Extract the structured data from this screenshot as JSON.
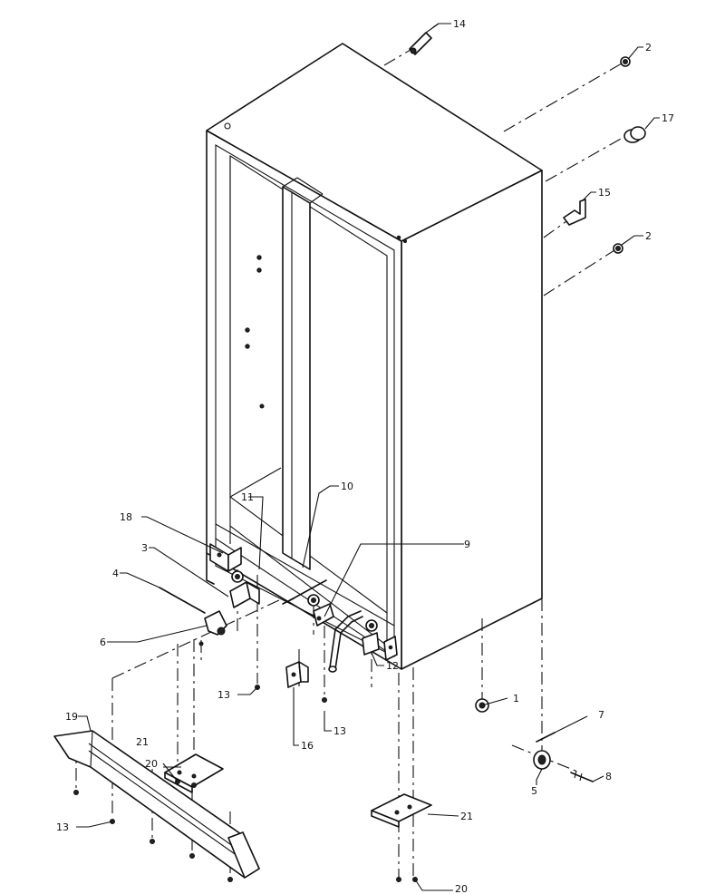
{
  "callouts": [
    {
      "id": "c14",
      "label": "14"
    },
    {
      "id": "c2a",
      "label": "2"
    },
    {
      "id": "c17",
      "label": "17"
    },
    {
      "id": "c15",
      "label": "15"
    },
    {
      "id": "c2b",
      "label": "2"
    },
    {
      "id": "c10",
      "label": "10"
    },
    {
      "id": "c11",
      "label": "11"
    },
    {
      "id": "c18",
      "label": "18"
    },
    {
      "id": "c3",
      "label": "3"
    },
    {
      "id": "c4",
      "label": "4"
    },
    {
      "id": "c6",
      "label": "6"
    },
    {
      "id": "c13a",
      "label": "13"
    },
    {
      "id": "c9",
      "label": "9"
    },
    {
      "id": "c12",
      "label": "12"
    },
    {
      "id": "c1",
      "label": "1"
    },
    {
      "id": "c13b",
      "label": "13"
    },
    {
      "id": "c16",
      "label": "16"
    },
    {
      "id": "c7",
      "label": "7"
    },
    {
      "id": "c8",
      "label": "8"
    },
    {
      "id": "c5",
      "label": "5"
    },
    {
      "id": "c21a",
      "label": "21"
    },
    {
      "id": "c20a",
      "label": "20"
    },
    {
      "id": "c19",
      "label": "19"
    },
    {
      "id": "c13c",
      "label": "13"
    },
    {
      "id": "c21b",
      "label": "21"
    },
    {
      "id": "c20b",
      "label": "20"
    }
  ]
}
